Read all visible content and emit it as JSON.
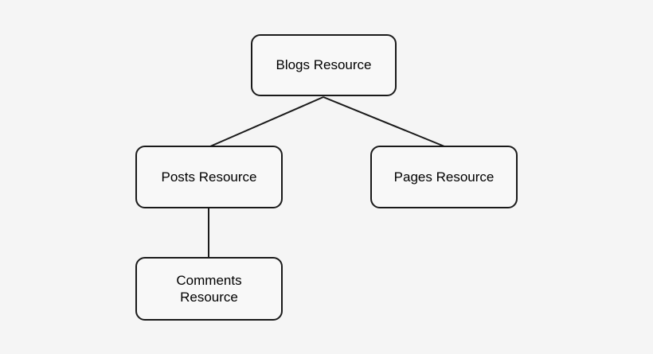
{
  "diagram": {
    "type": "tree",
    "nodes": [
      {
        "id": "blogs",
        "label": "Blogs Resource"
      },
      {
        "id": "posts",
        "label": "Posts Resource"
      },
      {
        "id": "pages",
        "label": "Pages Resource"
      },
      {
        "id": "comments",
        "label": "Comments Resource"
      }
    ],
    "edges": [
      {
        "from": "blogs",
        "to": "posts"
      },
      {
        "from": "blogs",
        "to": "pages"
      },
      {
        "from": "posts",
        "to": "comments"
      }
    ],
    "colors": {
      "background": "#f5f5f5",
      "node_fill": "#f8f8f8",
      "stroke": "#1a1a1a",
      "text": "#000000"
    }
  }
}
